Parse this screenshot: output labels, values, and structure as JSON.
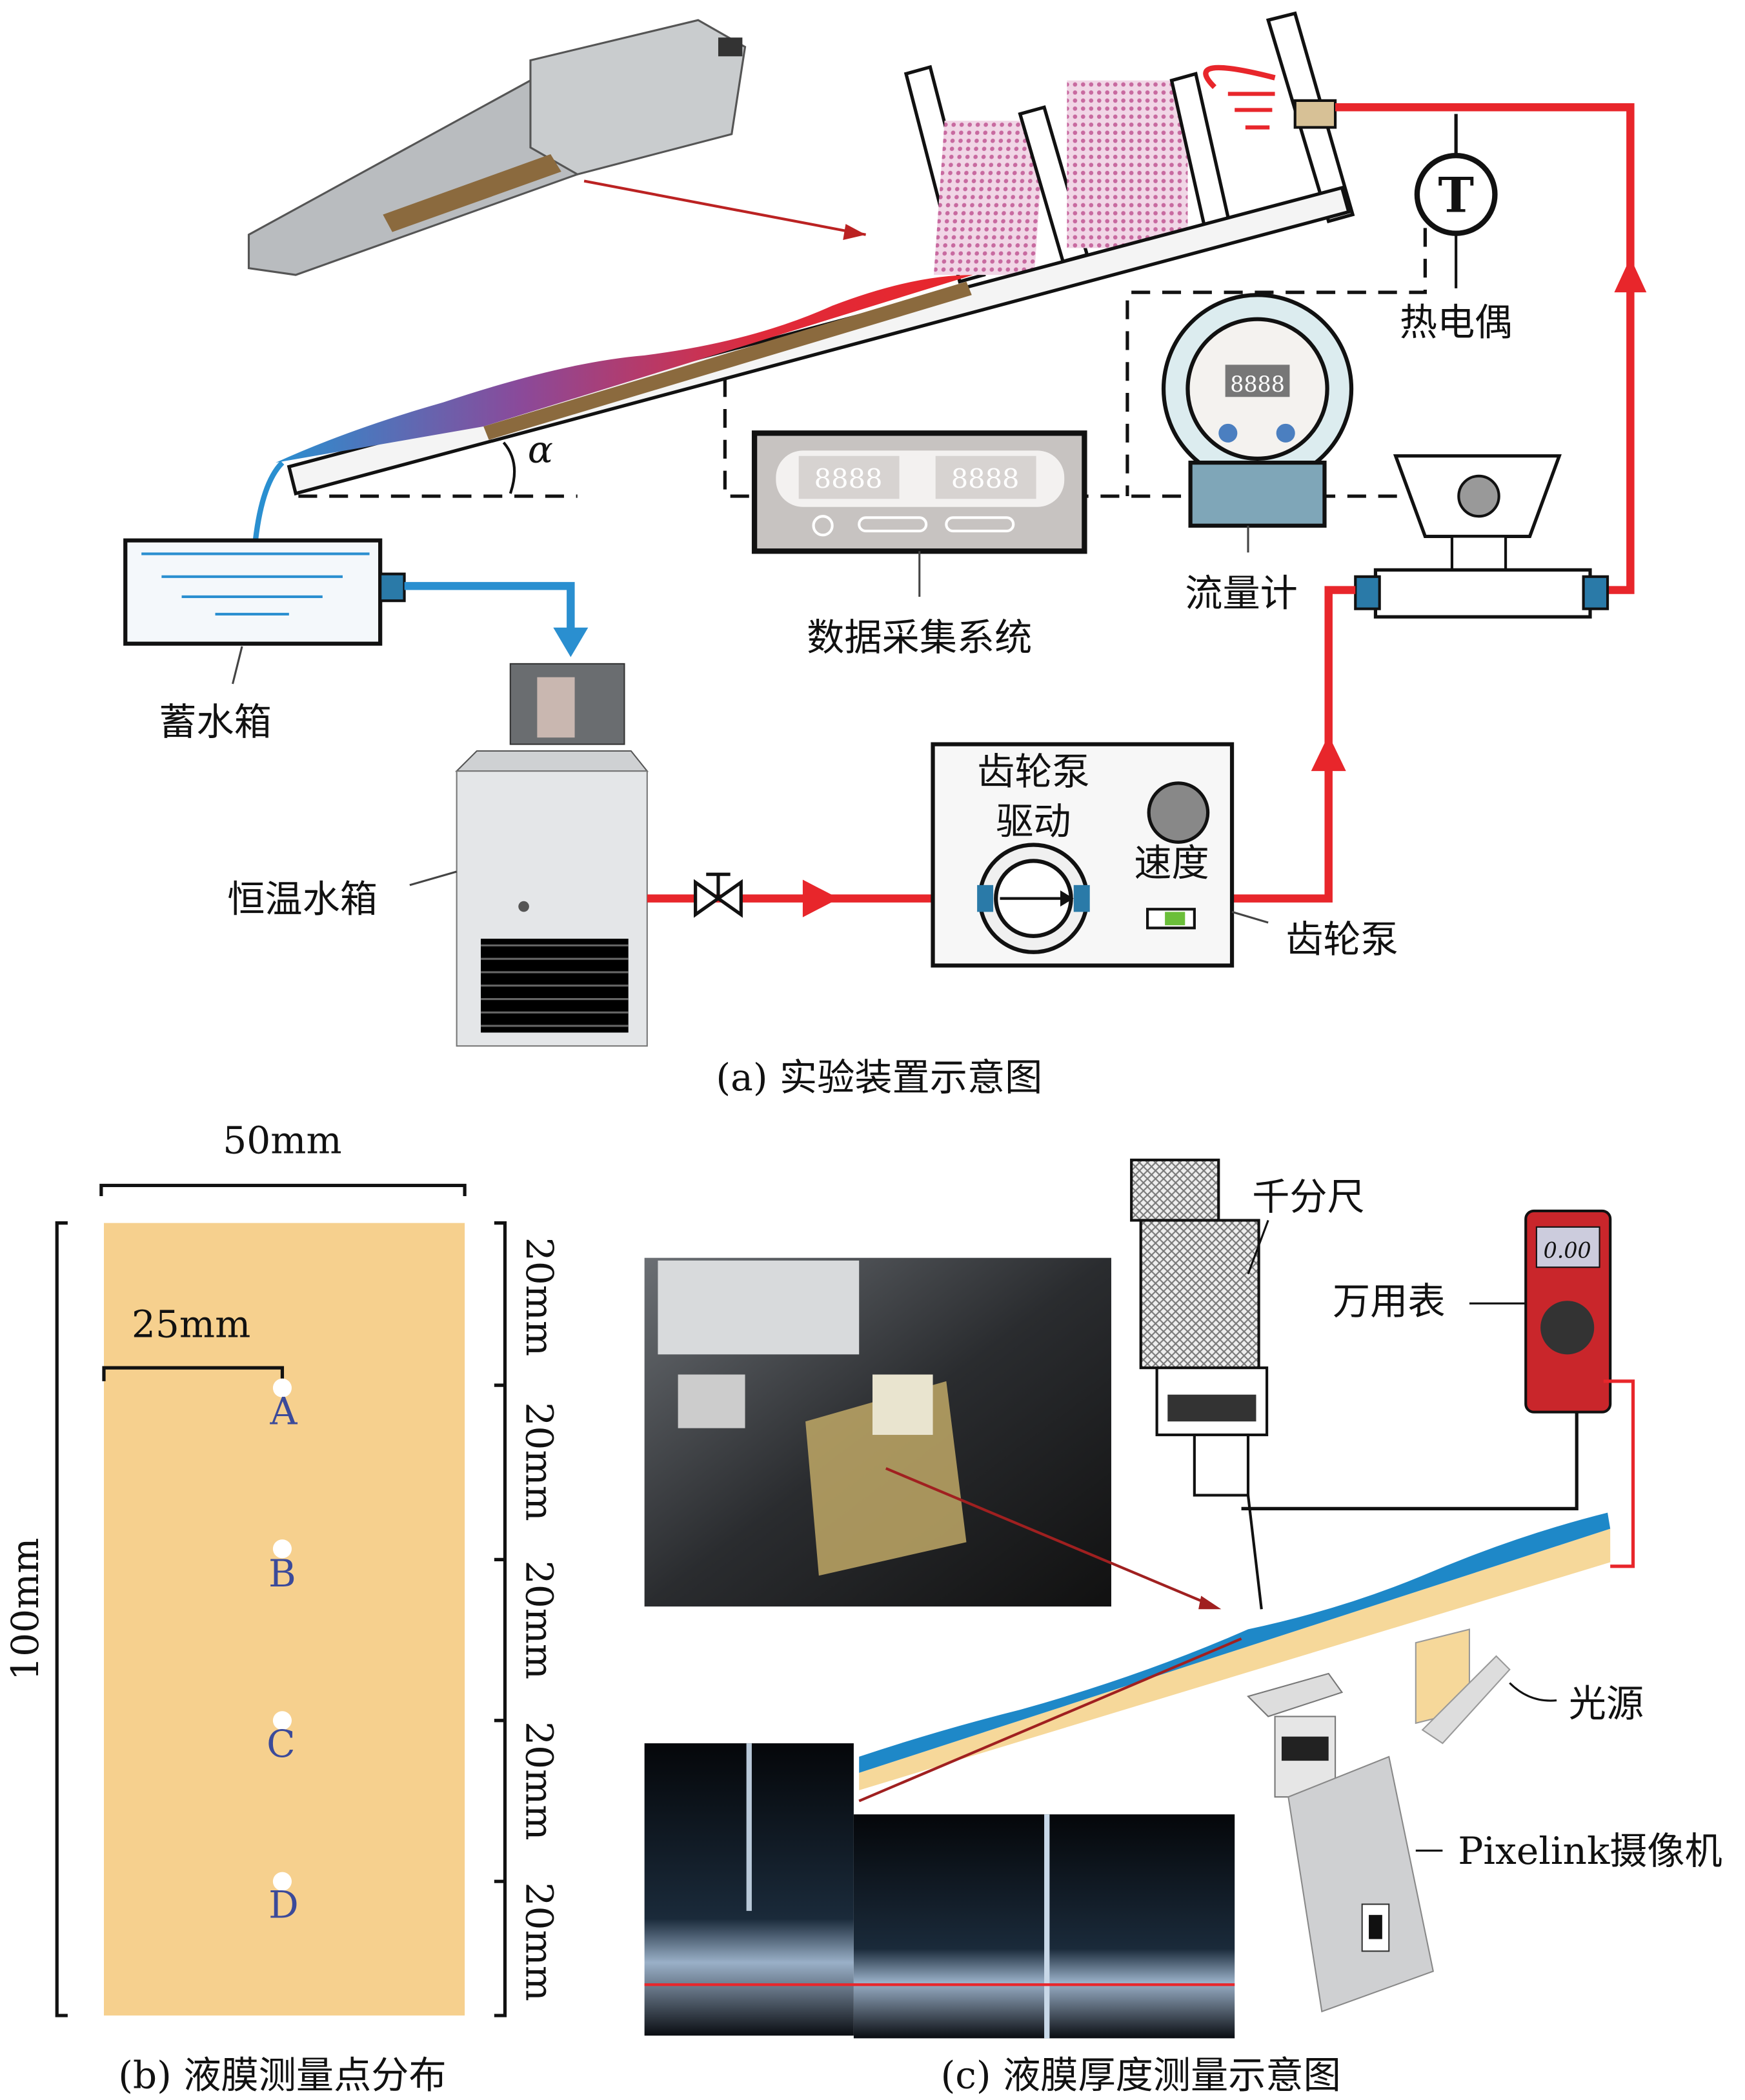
{
  "panel_a": {
    "caption": "(a) 实验装置示意图",
    "labels": {
      "thermocouple": "热电偶",
      "thermocouple_symbol": "T",
      "daq": "数据采集系统",
      "daq_display_1": "8888",
      "daq_display_2": "8888",
      "flowmeter": "流量计",
      "flowmeter_display": "8888",
      "reservoir": "蓄水箱",
      "thermostat_tank": "恒温水箱",
      "pump_drive_line1": "齿轮泵",
      "pump_drive_line2": "驱动",
      "speed": "速度",
      "gear_pump": "齿轮泵",
      "angle": "α"
    }
  },
  "panel_b": {
    "caption": "(b) 液膜测量点分布",
    "width_label": "50mm",
    "height_label": "100mm",
    "offset_label": "25mm",
    "segments": [
      "20mm",
      "20mm",
      "20mm",
      "20mm",
      "20mm"
    ],
    "points": [
      "A",
      "B",
      "C",
      "D"
    ],
    "plate_color": "#f6d08e"
  },
  "panel_c": {
    "caption": "(c) 液膜厚度测量示意图",
    "labels": {
      "micrometer": "千分尺",
      "multimeter": "万用表",
      "multimeter_display": "0.00",
      "light_source": "光源",
      "camera": "Pixelink摄像机"
    }
  },
  "colors": {
    "hot": "#e8262b",
    "cold": "#2a8fd0",
    "film_blue": "#1e88c8",
    "heater": "#8b6a3e"
  }
}
